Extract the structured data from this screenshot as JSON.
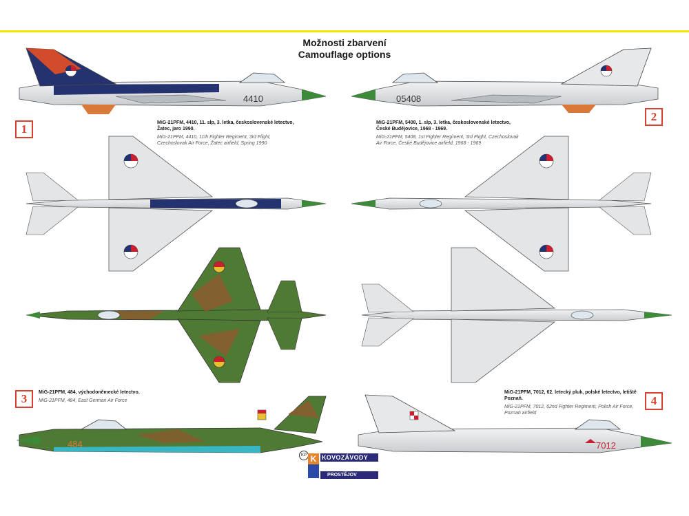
{
  "header": {
    "title_cz": "Možnosti zbarvení",
    "title_en": "Camouflage options"
  },
  "options": [
    {
      "number": "1",
      "caption_cz": "MiG-21PFM, 4410, 11. slp, 3. letka, československé letectvo, Žatec, jaro 1990.",
      "caption_en": "MiG-21PFM, 4410, 11th Fighter Regiment, 3rd Flight, Czechoslovak Air Force, Žatec airfield, Spring 1990",
      "side_code": "4410"
    },
    {
      "number": "2",
      "caption_cz": "MiG-21PFM, 5408, 1. slp, 3. letka, československé letectvo, České Budějovice, 1968 - 1969.",
      "caption_en": "MiG-21PFM, 5408, 1st Fighter Regiment, 3rd Flight, Czechoslovak Air Force, České Budějovice airfield, 1968 - 1969",
      "side_code": "05408"
    },
    {
      "number": "3",
      "caption_cz": "MiG-21PFM, 484, východoněmecké letectvo.",
      "caption_en": "MiG-21PFM, 484, East German Air Force",
      "side_code": "484"
    },
    {
      "number": "4",
      "caption_cz": "MiG-21PFM, 7012, 62. letecký pluk, polské letectvo, letiště Poznaň.",
      "caption_en": "MiG-21PFM, 7012, 62nd Fighter Regiment, Polish Air Force, Poznań airfield",
      "side_code": "7012"
    }
  ],
  "logo": {
    "letter": "K",
    "name": "KOVOZÁVODY",
    "town": "PROSTĚJOV",
    "mark": "KP"
  },
  "colors": {
    "accent_line": "#f2e600",
    "badge_red": "#d8412f",
    "aircraft_silver": "#e4e6e8",
    "camo_green": "#4f7a34",
    "camo_brown": "#8a5a2e",
    "radome_green": "#3c8a3a",
    "cz_blue": "#24336f",
    "cz_red": "#c8202e"
  }
}
